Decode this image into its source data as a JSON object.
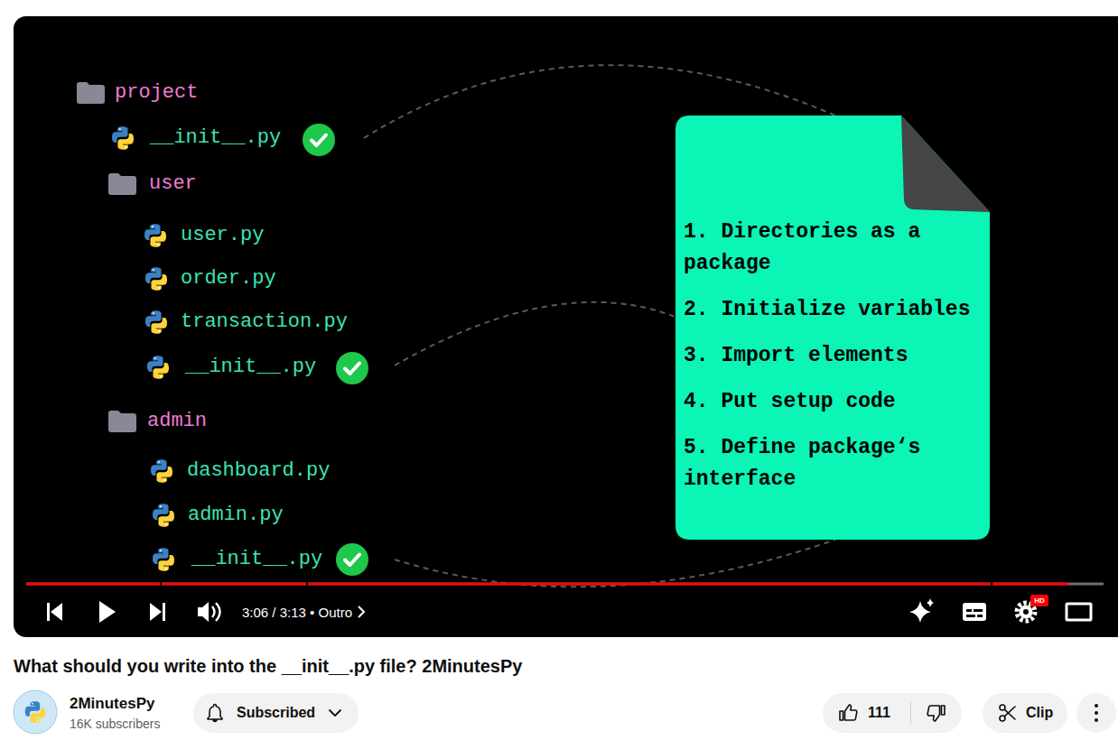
{
  "diagram": {
    "title": "What should you write into the __init__.py file? 2MinutesPy",
    "nodes": [
      {
        "text": [
          "1. Directories as a package",
          "2. Initialize variables",
          "3. Import elements",
          "4. Put setup code",
          "5. Define package‘s interface"
        ]
      },
      {
        "text": [
          "Subscribed"
        ]
      },
      {
        "text": [
          "111"
        ]
      },
      {
        "text": [
          "Clip"
        ]
      }
    ],
    "labels": [
      "project",
      "__init__.py",
      "user",
      "user.py",
      "order.py",
      "transaction.py",
      "__init__.py",
      "admin",
      "dashboard.py",
      "admin.py",
      "__init__.py",
      "3:06 / 3:13 • Outro",
      "HD",
      "2MinutesPy",
      "16K subscribers"
    ]
  }
}
